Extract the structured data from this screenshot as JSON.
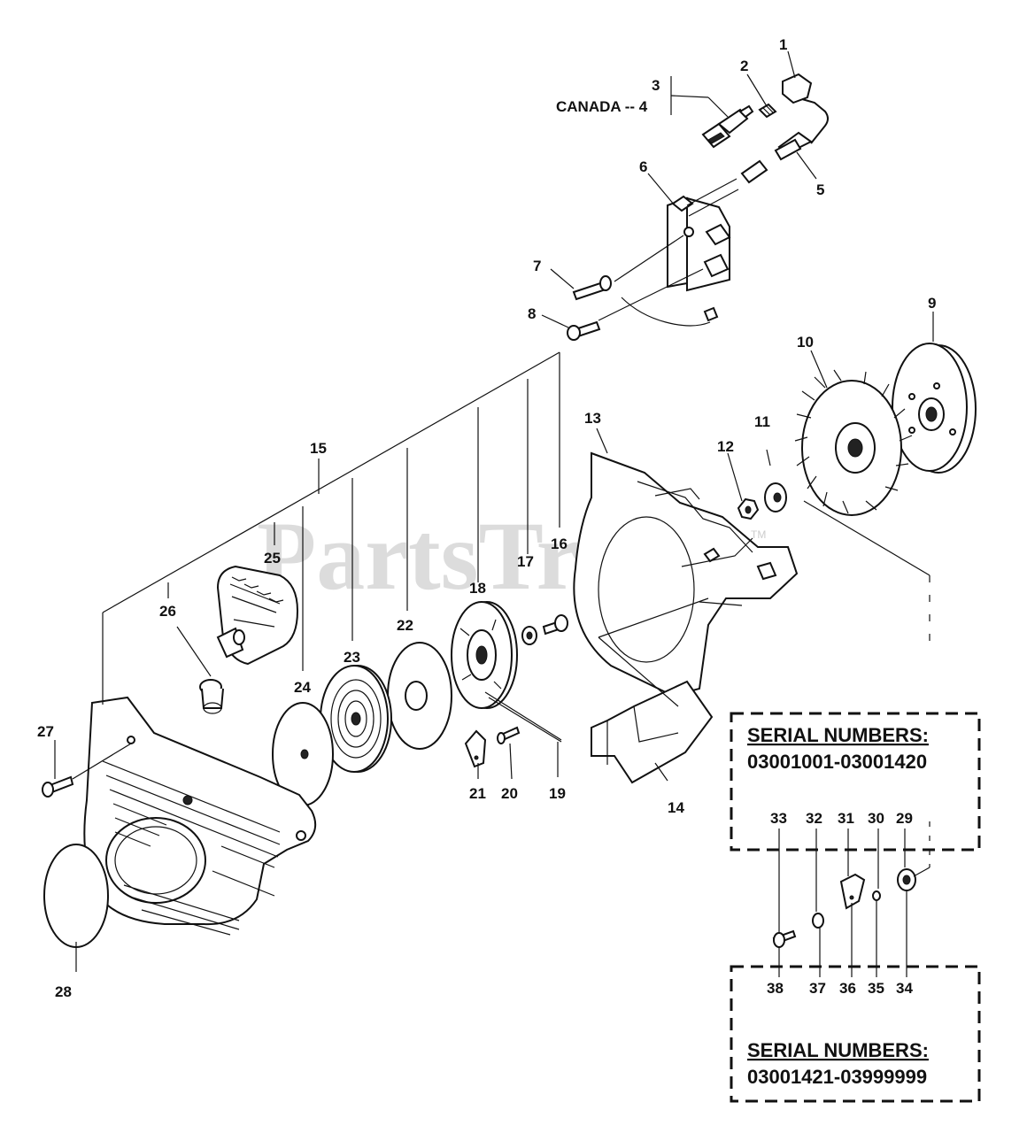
{
  "watermark": "PartsTree",
  "trademark": "TM",
  "canada_label": "CANADA -- 4",
  "callouts": {
    "c1": "1",
    "c2": "2",
    "c3": "3",
    "c5": "5",
    "c6": "6",
    "c7": "7",
    "c8": "8",
    "c9": "9",
    "c10": "10",
    "c11": "11",
    "c12": "12",
    "c13": "13",
    "c14": "14",
    "c15": "15",
    "c16": "16",
    "c17": "17",
    "c18": "18",
    "c19": "19",
    "c20": "20",
    "c21": "21",
    "c22": "22",
    "c23": "23",
    "c24": "24",
    "c25": "25",
    "c26": "26",
    "c27": "27",
    "c28": "28",
    "c29": "29",
    "c30": "30",
    "c31": "31",
    "c32": "32",
    "c33": "33",
    "c34": "34",
    "c35": "35",
    "c36": "36",
    "c37": "37",
    "c38": "38"
  },
  "serial_box_1": {
    "title": "SERIAL  NUMBERS:",
    "range": "03001001-03001420"
  },
  "serial_box_2": {
    "title": "SERIAL  NUMBERS:",
    "range": "03001421-03999999"
  }
}
